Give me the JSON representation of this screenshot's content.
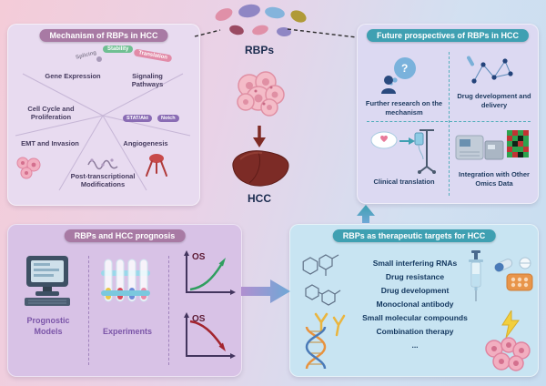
{
  "center": {
    "rbps_label": "RBPs",
    "hcc_label": "HCC"
  },
  "icons": {
    "question_glyph": "?"
  },
  "colors": {
    "mauve_header": "#a87aa4",
    "teal_header": "#3fa0b2",
    "navy_text": "#12365e",
    "purple_text": "#7b55a8",
    "os_up_green": "#2f9e5f",
    "os_down_red": "#a3242e",
    "liver_red": "#7c2b26"
  },
  "mechanism_panel": {
    "title": "Mechanism of RBPs in HCC",
    "tags": [
      "Splicing",
      "Stability",
      "Translation"
    ],
    "badges": [
      "STAT/Akt",
      "Notch"
    ],
    "sections": [
      "Gene Expression",
      "Signaling Pathways",
      "Cell Cycle and Proliferation",
      "EMT and Invasion",
      "Angiogenesis",
      "Post-transcriptional Modifications"
    ]
  },
  "future_panel": {
    "title": "Future prospectives of RBPs in HCC",
    "items": [
      "Further research on the mechanism",
      "Drug development and delivery",
      "Clinical translation",
      "Integration with Other Omics Data"
    ]
  },
  "prognosis_panel": {
    "title": "RBPs and HCC prognosis",
    "items": [
      "Prognostic Models",
      "Experiments"
    ],
    "os_label": "OS"
  },
  "therapeutic_panel": {
    "title": "RBPs as therapeutic targets for HCC",
    "items": [
      "Small interfering RNAs",
      "Drug resistance",
      "Drug development",
      "Monoclonal antibody",
      "Small molecular compounds",
      "Combination therapy",
      "..."
    ]
  }
}
